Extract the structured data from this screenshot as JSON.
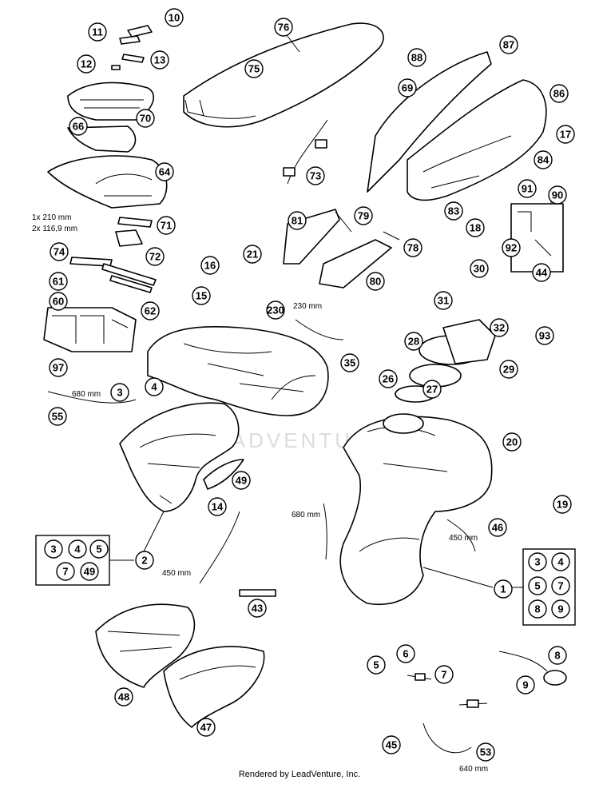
{
  "diagram": {
    "callouts": [
      "10",
      "11",
      "12",
      "13",
      "76",
      "75",
      "70",
      "66",
      "64",
      "71",
      "72",
      "74",
      "61",
      "62",
      "60",
      "97",
      "55",
      "3",
      "4",
      "16",
      "21",
      "15",
      "230",
      "35",
      "81",
      "79",
      "78",
      "80",
      "73",
      "69",
      "88",
      "87",
      "86",
      "17",
      "84",
      "83",
      "18",
      "91",
      "90",
      "92",
      "44",
      "30",
      "31",
      "32",
      "93",
      "28",
      "29",
      "26",
      "27",
      "49",
      "14",
      "2",
      "20",
      "19",
      "46",
      "1",
      "5",
      "7",
      "8",
      "9",
      "6",
      "43",
      "48",
      "47",
      "45",
      "53"
    ],
    "dimensions": {
      "d1": "1x 210 mm",
      "d2": "2x 116,9 mm",
      "d230": "230 mm",
      "d680a": "680 mm",
      "d680b": "680 mm",
      "d450a": "450 mm",
      "d450b": "450 mm",
      "d640": "640 mm"
    },
    "kit_left": [
      "3",
      "4",
      "5",
      "7",
      "49"
    ],
    "kit_right": [
      "3",
      "4",
      "5",
      "7",
      "8",
      "9"
    ],
    "footer": "Rendered by LeadVenture, Inc."
  }
}
